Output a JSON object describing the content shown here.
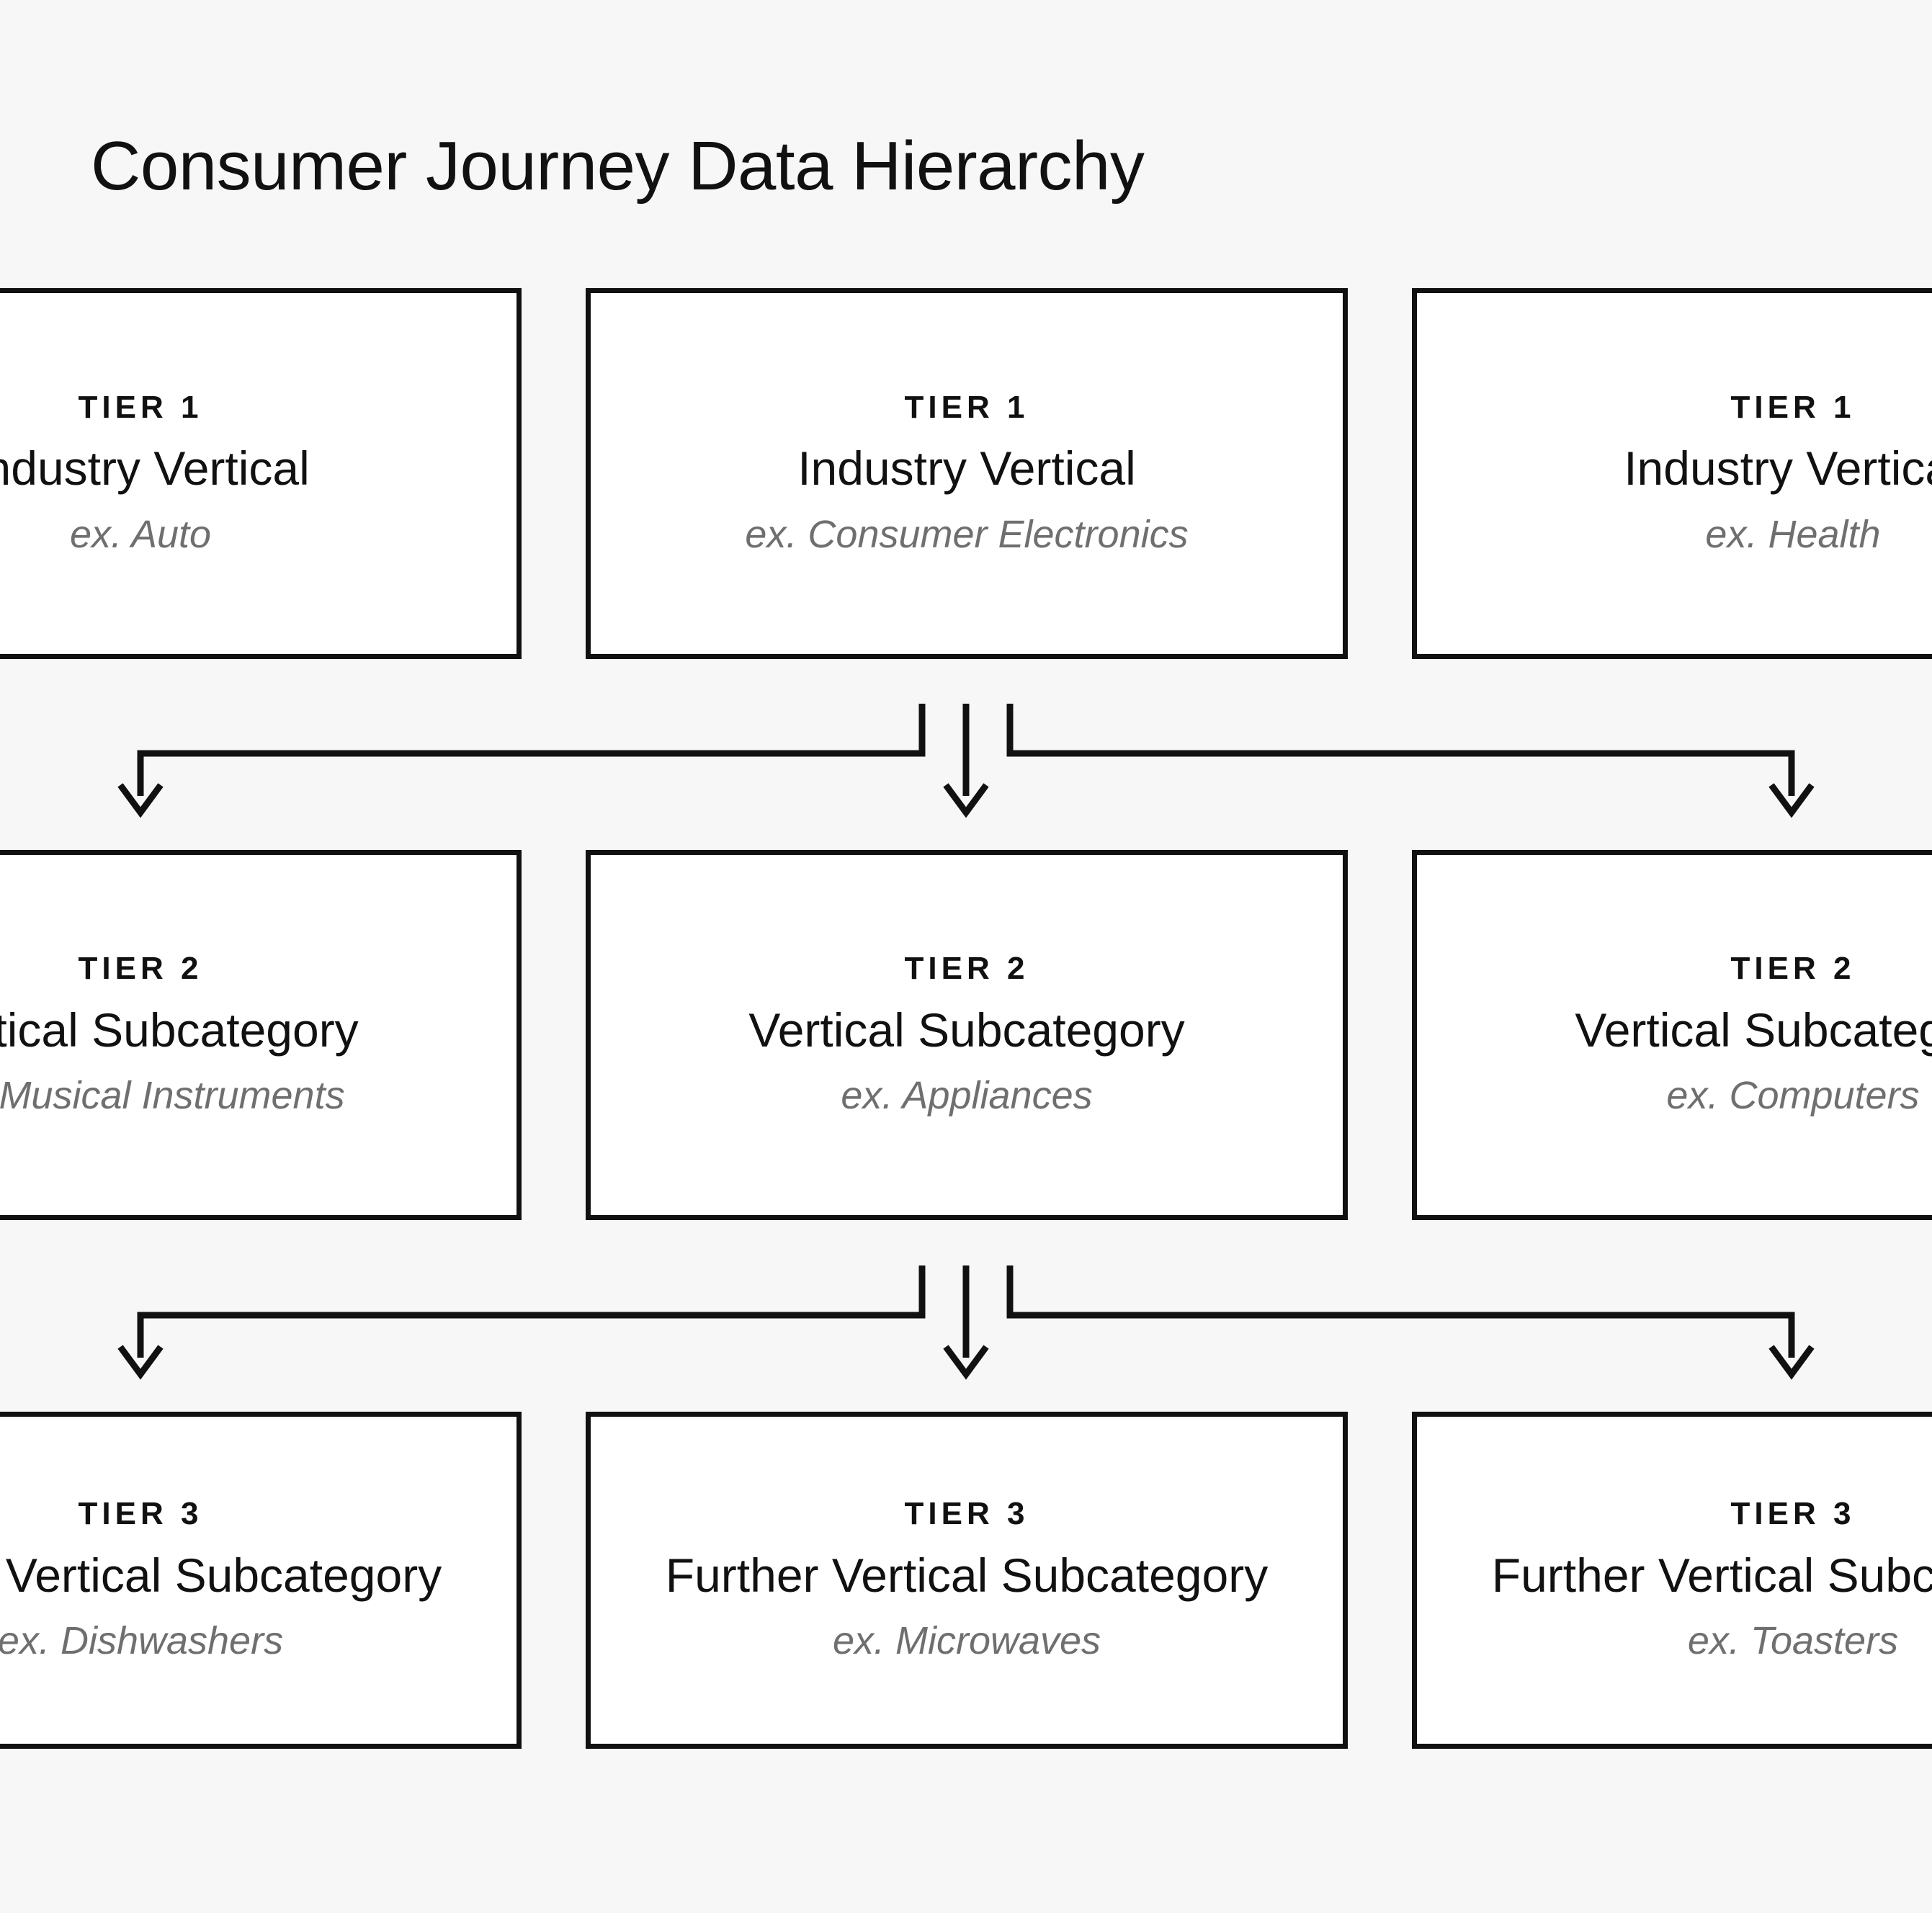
{
  "title": "Consumer Journey Data Hierarchy",
  "colors": {
    "background": "#f7f7f7",
    "node_fill": "#ffffff",
    "stroke": "#111111",
    "text_primary": "#111111",
    "text_muted": "#6f6f6f"
  },
  "diagram": {
    "type": "hierarchy-flow",
    "orientation": "top-to-bottom",
    "rows": 3,
    "columns": 3,
    "tiers": [
      {
        "tier_label": "TIER 1",
        "title": "Industry Vertical",
        "nodes": [
          {
            "tier_label": "TIER 1",
            "title": "Industry Vertical",
            "example": "ex. Auto",
            "column": "left",
            "clipped": "left-edge"
          },
          {
            "tier_label": "TIER 1",
            "title": "Industry Vertical",
            "example": "ex. Consumer Electronics",
            "column": "center",
            "clipped": "none"
          },
          {
            "tier_label": "TIER 1",
            "title": "Industry Vertical",
            "example": "ex. Health",
            "column": "right",
            "clipped": "right-edge"
          }
        ]
      },
      {
        "tier_label": "TIER 2",
        "title": "Vertical Subcategory",
        "nodes": [
          {
            "tier_label": "TIER 2",
            "title": "Vertical Subcategory",
            "example": "ex. Musical Instruments",
            "column": "left",
            "clipped": "left-edge"
          },
          {
            "tier_label": "TIER 2",
            "title": "Vertical Subcategory",
            "example": "ex. Appliances",
            "column": "center",
            "clipped": "none"
          },
          {
            "tier_label": "TIER 2",
            "title": "Vertical Subcategory",
            "example": "ex. Computers",
            "column": "right",
            "clipped": "right-edge"
          }
        ]
      },
      {
        "tier_label": "TIER 3",
        "title": "Further Vertical Subcategory",
        "nodes": [
          {
            "tier_label": "TIER 3",
            "title": "Further Vertical Subcategory",
            "example": "ex. Dishwashers",
            "column": "left",
            "clipped": "left-edge"
          },
          {
            "tier_label": "TIER 3",
            "title": "Further Vertical Subcategory",
            "example": "ex. Microwaves",
            "column": "center",
            "clipped": "none"
          },
          {
            "tier_label": "TIER 3",
            "title": "Further Vertical Subcategory",
            "example": "ex. Toasters",
            "column": "right",
            "clipped": "right-edge"
          }
        ]
      }
    ],
    "connectors": [
      {
        "from": "tier-1-center",
        "to": [
          "tier-2-left",
          "tier-2-center",
          "tier-2-right"
        ],
        "style": "orthogonal-arrow"
      },
      {
        "from": "tier-2-center",
        "to": [
          "tier-3-left",
          "tier-3-center",
          "tier-3-right"
        ],
        "style": "orthogonal-arrow"
      }
    ]
  }
}
